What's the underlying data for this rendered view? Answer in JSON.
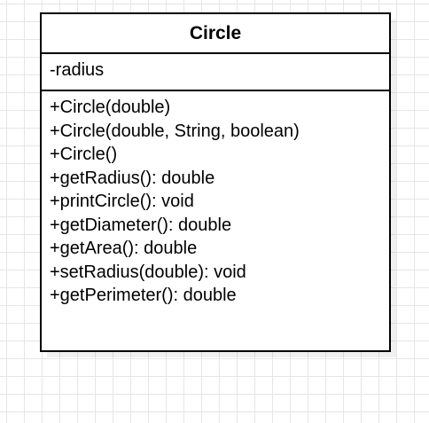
{
  "uml_class": {
    "name": "Circle",
    "attributes": [
      "-radius"
    ],
    "methods": [
      "+Circle(double)",
      "+Circle(double, String, boolean)",
      "+Circle()",
      "+getRadius(): double",
      "+printCircle(): void",
      "+getDiameter(): double",
      "+getArea(): double",
      "+setRadius(double): void",
      "+getPerimeter(): double"
    ]
  },
  "colors": {
    "border": "#000000",
    "grid": "#e6e6e6",
    "background": "#ffffff"
  }
}
